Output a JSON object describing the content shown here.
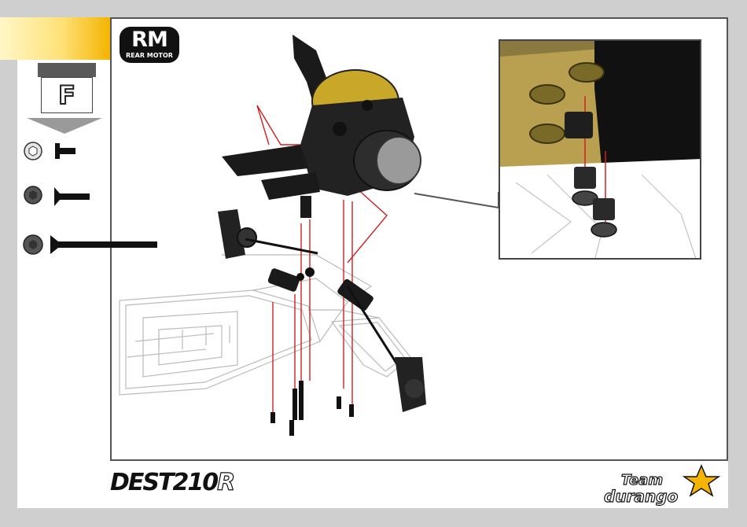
{
  "badge": {
    "code": "RM",
    "caption": "REAR MOTOR"
  },
  "step": {
    "letter": "F"
  },
  "hardware": [
    {
      "name": "short-flat-screw",
      "icon": "hex-socket-head-icon"
    },
    {
      "name": "medium-flat-screw",
      "icon": "hex-socket-head-icon"
    },
    {
      "name": "long-flat-screw",
      "icon": "hex-socket-head-icon"
    }
  ],
  "footer": {
    "product_main": "DEST210",
    "product_suffix": "R",
    "brand_line1": "Team",
    "brand_line2": "durango"
  },
  "colors": {
    "accent_yellow": "#f4b400",
    "guide_red": "#d22020",
    "frame_gray": "#555555",
    "brass": "#b8a050"
  }
}
